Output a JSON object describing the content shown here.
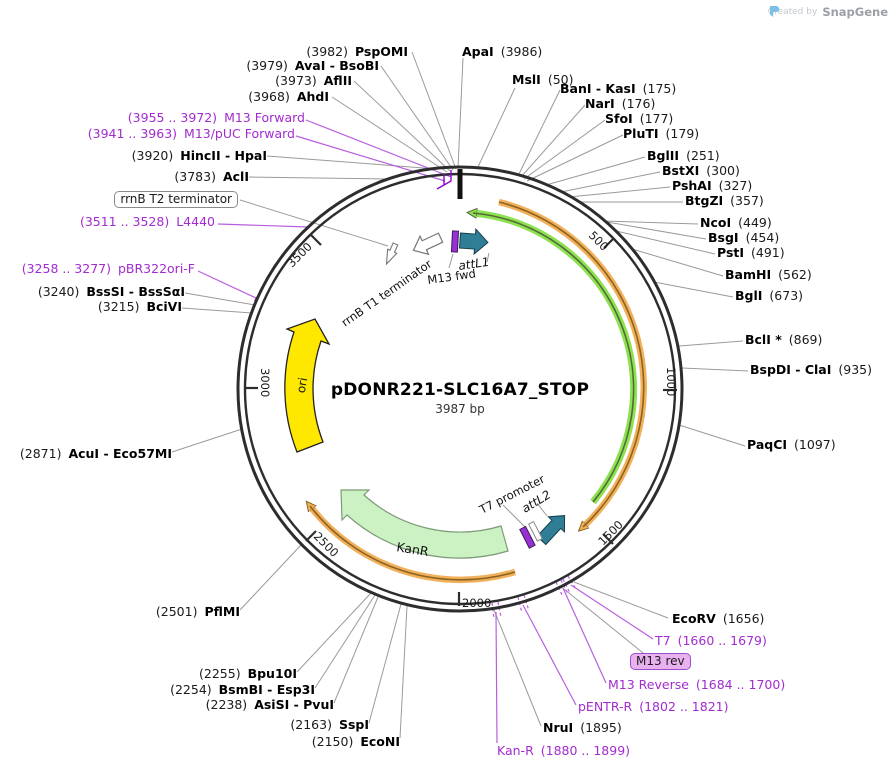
{
  "watermark": {
    "created_by": "Created by",
    "brand": "SnapGene"
  },
  "plasmid": {
    "name": "pDONR221-SLC16A7_STOP",
    "size_label": "3987 bp",
    "length_bp": 3987
  },
  "ticks": [
    "500",
    "1000",
    "1500",
    "2000",
    "2500",
    "3000",
    "3500"
  ],
  "features": {
    "rrnb_t1": "rrnB T1 terminator",
    "rrnb_t2": "rrnB T2 terminator",
    "m13_fwd": "M13 fwd",
    "attl1": "attL1",
    "attl2": "attL2",
    "t7_promoter": "T7 promoter",
    "kanr": "KanR",
    "ori": "ori",
    "m13_rev": "M13 rev"
  },
  "labels": {
    "pspomi": {
      "pos": "(3982)",
      "name": "PspOMI"
    },
    "avai": {
      "pos": "(3979)",
      "name": "AvaI - BsoBI"
    },
    "aflii": {
      "pos": "(3973)",
      "name": "AflII"
    },
    "ahdi": {
      "pos": "(3968)",
      "name": "AhdI"
    },
    "m13_forward": {
      "pos": "(3955 .. 3972)",
      "name": "M13 Forward"
    },
    "m13_puc_forward": {
      "pos": "(3941 .. 3963)",
      "name": "M13/pUC Forward"
    },
    "hincii": {
      "pos": "(3920)",
      "name": "HincII - HpaI"
    },
    "acli": {
      "pos": "(3783)",
      "name": "AclI"
    },
    "l4440": {
      "pos": "(3511 .. 3528)",
      "name": "L4440"
    },
    "pbr322ori_f": {
      "pos": "(3258 .. 3277)",
      "name": "pBR322ori-F"
    },
    "bsssi": {
      "pos": "(3240)",
      "name": "BssSI - BssSαI"
    },
    "bcivi": {
      "pos": "(3215)",
      "name": "BciVI"
    },
    "acui": {
      "pos": "(2871)",
      "name": "AcuI - Eco57MI"
    },
    "pflmi": {
      "pos": "(2501)",
      "name": "PflMI"
    },
    "bpu10i": {
      "pos": "(2255)",
      "name": "Bpu10I"
    },
    "bsmbi": {
      "pos": "(2254)",
      "name": "BsmBI - Esp3I"
    },
    "asisi": {
      "pos": "(2238)",
      "name": "AsiSI - PvuI"
    },
    "sspi": {
      "pos": "(2163)",
      "name": "SspI"
    },
    "econi": {
      "pos": "(2150)",
      "name": "EcoNI"
    },
    "apai": {
      "name": "ApaI",
      "pos": "(3986)"
    },
    "msli": {
      "name": "MslI",
      "pos": "(50)"
    },
    "bani": {
      "name": "BanI - KasI",
      "pos": "(175)"
    },
    "nari": {
      "name": "NarI",
      "pos": "(176)"
    },
    "sfoi": {
      "name": "SfoI",
      "pos": "(177)"
    },
    "pluti": {
      "name": "PluTI",
      "pos": "(179)"
    },
    "bglii": {
      "name": "BglII",
      "pos": "(251)"
    },
    "bstxi": {
      "name": "BstXI",
      "pos": "(300)"
    },
    "pshai": {
      "name": "PshAI",
      "pos": "(327)"
    },
    "btgzi": {
      "name": "BtgZI",
      "pos": "(357)"
    },
    "ncoi": {
      "name": "NcoI",
      "pos": "(449)"
    },
    "bsgi": {
      "name": "BsgI",
      "pos": "(454)"
    },
    "psti": {
      "name": "PstI",
      "pos": "(491)"
    },
    "bamhi": {
      "name": "BamHI",
      "pos": "(562)"
    },
    "bgli": {
      "name": "BglI",
      "pos": "(673)"
    },
    "bcli": {
      "name": "BclI *",
      "pos": "(869)"
    },
    "bspdi": {
      "name": "BspDI - ClaI",
      "pos": "(935)"
    },
    "paqci": {
      "name": "PaqCI",
      "pos": "(1097)"
    },
    "ecorv": {
      "name": "EcoRV",
      "pos": "(1656)"
    },
    "t7": {
      "name": "T7",
      "pos": "(1660 .. 1679)"
    },
    "m13_reverse": {
      "name": "M13 Reverse",
      "pos": "(1684 .. 1700)"
    },
    "pentr_r": {
      "name": "pENTR-R",
      "pos": "(1802 .. 1821)"
    },
    "nrui": {
      "name": "NruI",
      "pos": "(1895)"
    },
    "kan_r": {
      "name": "Kan-R",
      "pos": "(1880 .. 1899)"
    }
  },
  "colors": {
    "purple_text": "#a32cd0",
    "purple_line": "#b85fe0",
    "gray_line": "#9a9a9a",
    "ring": "#2d2d2d",
    "teal_feature": "#2f7e95",
    "purple_feature": "#9632d2",
    "orange_band": "#f2b05a",
    "green_band": "#8ce24e",
    "kanr_fill": "#ccf2c4",
    "ori_fill": "#ffe800"
  }
}
